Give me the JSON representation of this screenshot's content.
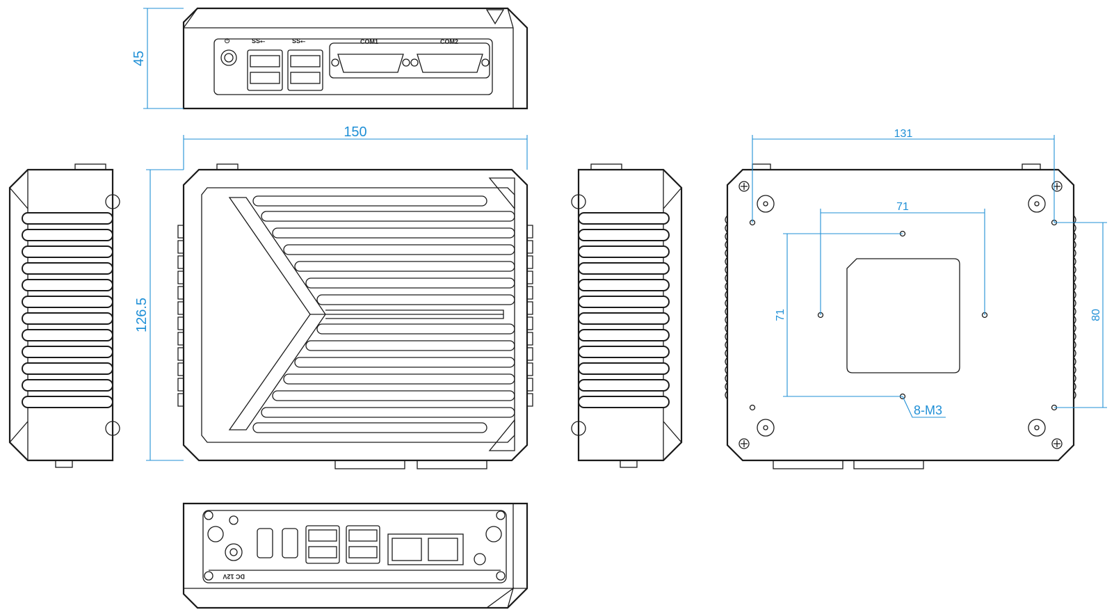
{
  "dimensions": {
    "height": "45",
    "width": "150",
    "depth": "126.5",
    "mount_width": "131",
    "mount_inner_x": "71",
    "mount_inner_y": "71",
    "mount_outer_y": "80",
    "screws": "8-M3"
  },
  "front_panel": {
    "com1": "COM1",
    "com2": "COM2"
  },
  "rear_panel": {
    "dc_label": "DC 12V"
  },
  "colors": {
    "dimension": "#1f8fd6",
    "outline": "#1a1a1a"
  }
}
